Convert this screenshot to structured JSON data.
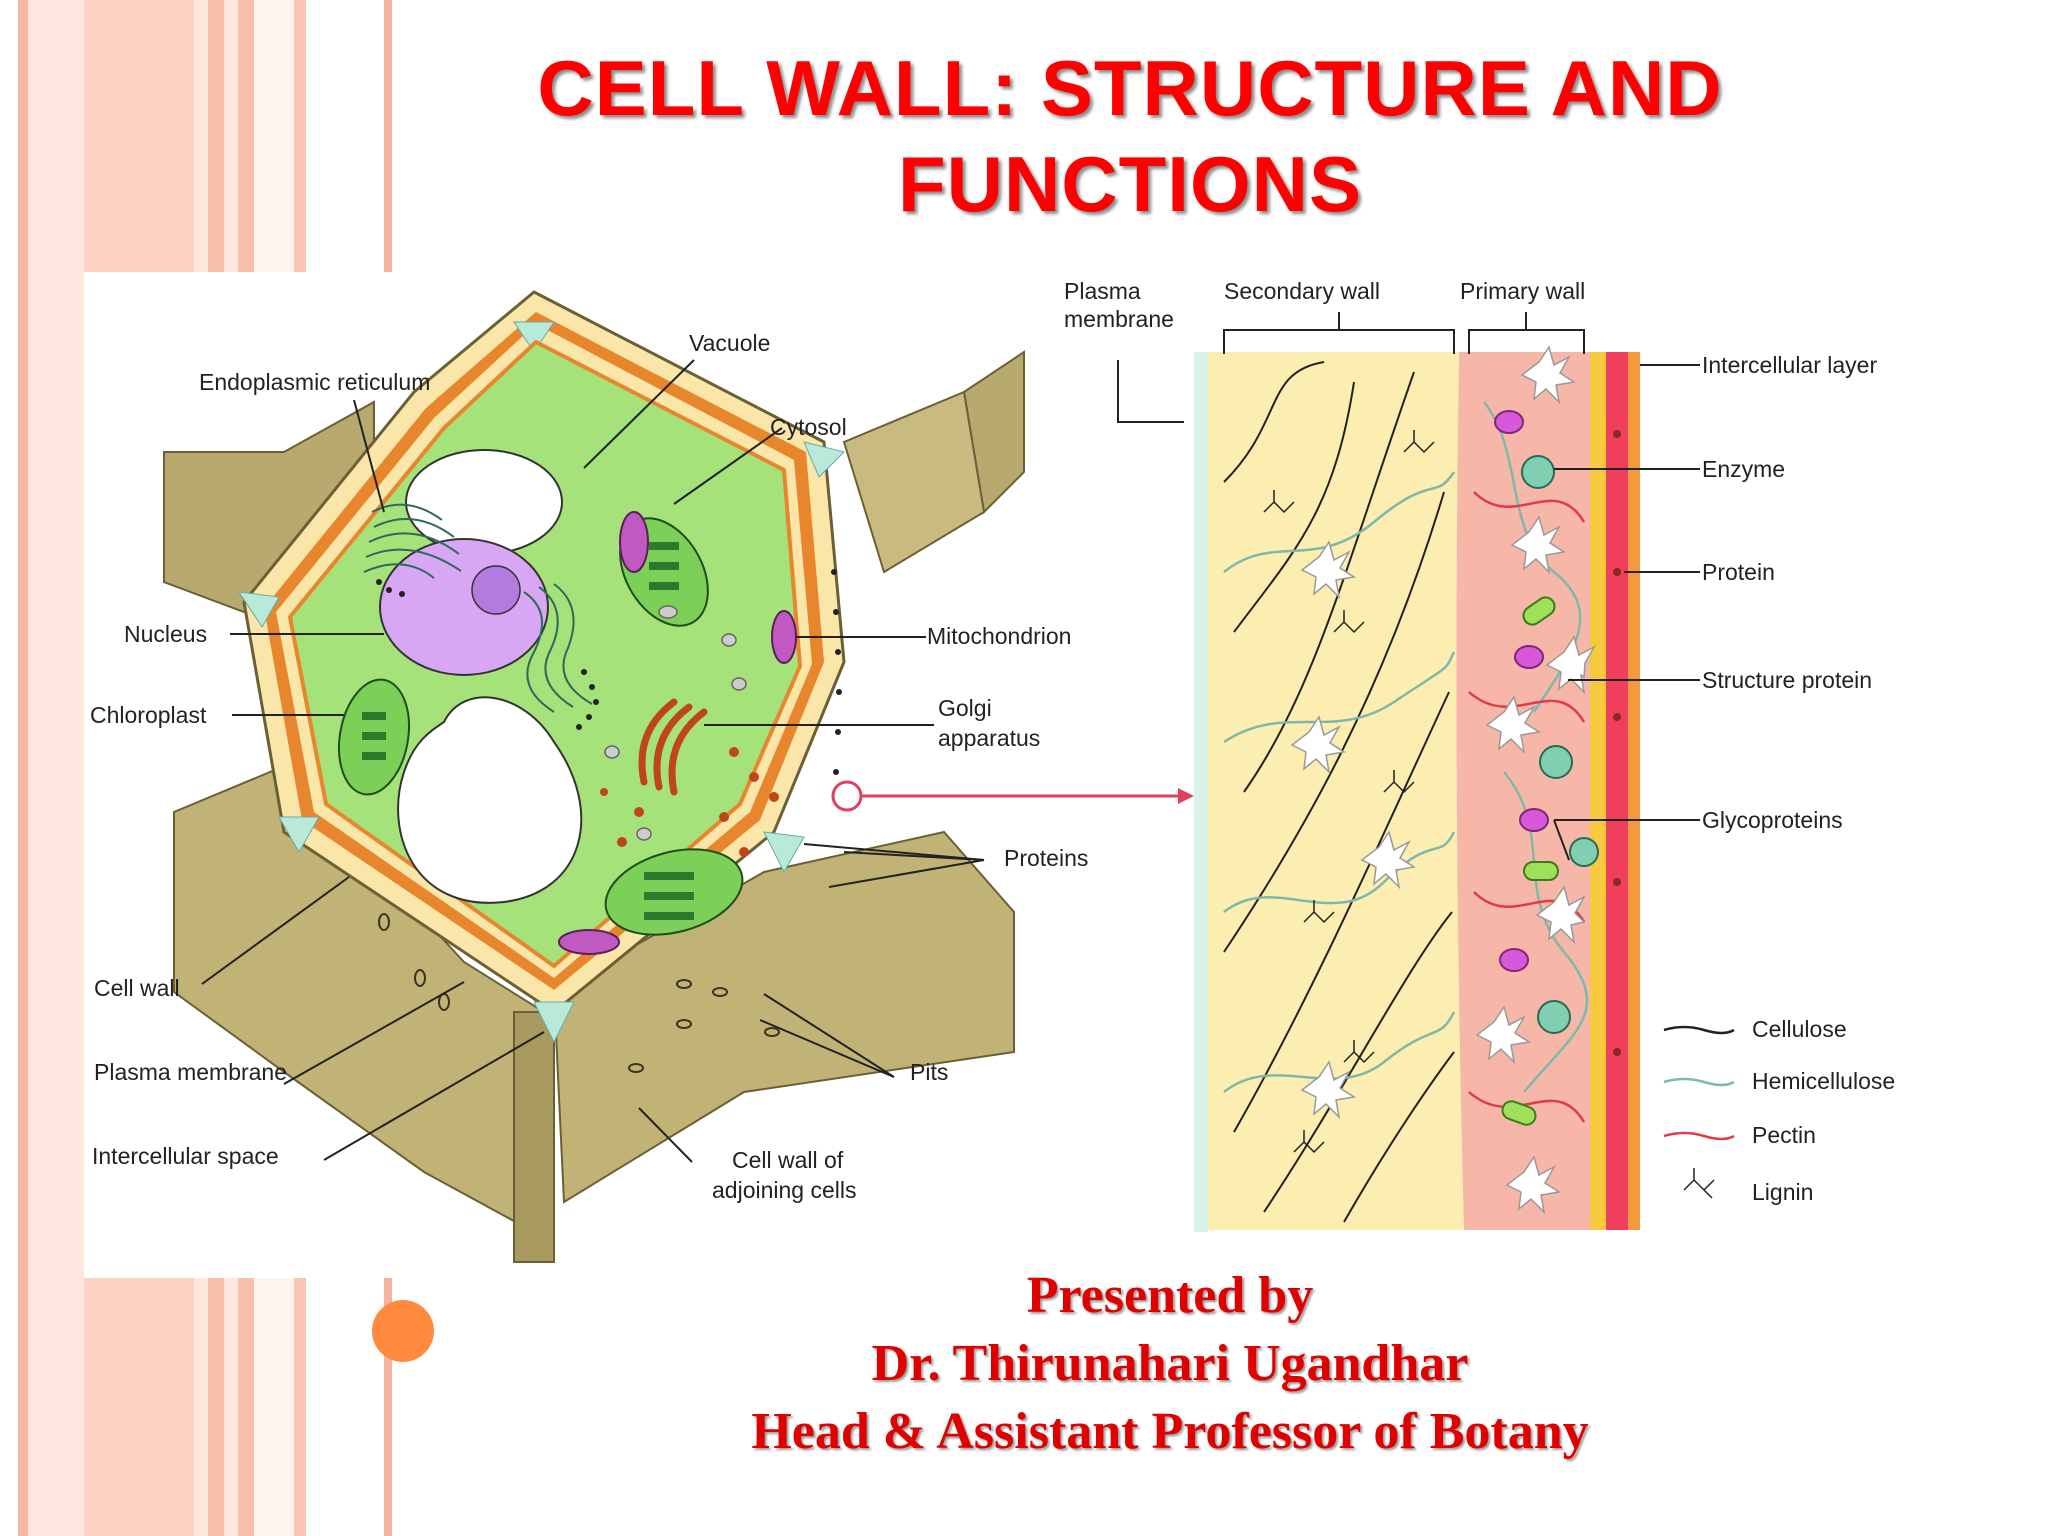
{
  "slide": {
    "title_line1": "CELL WALL:  STRUCTURE AND",
    "title_line2": "FUNCTIONS",
    "presenter_line1": "Presented by",
    "presenter_line2": "Dr. Thirunahari Ugandhar",
    "presenter_line3": "Head & Assistant Professor of Botany"
  },
  "cell_diagram": {
    "labels": {
      "vacuole": "Vacuole",
      "endoplasmic_reticulum": "Endoplasmic reticulum",
      "cytosol": "Cytosol",
      "nucleus": "Nucleus",
      "mitochondrion": "Mitochondrion",
      "chloroplast": "Chloroplast",
      "golgi_line1": "Golgi",
      "golgi_line2": "apparatus",
      "proteins": "Proteins",
      "cell_wall": "Cell wall",
      "plasma_membrane": "Plasma membrane",
      "pits": "Pits",
      "intercellular_space": "Intercellular space",
      "adjoining_line1": "Cell wall of",
      "adjoining_line2": "adjoining cells"
    }
  },
  "wall_diagram": {
    "labels": {
      "plasma_membrane_line1": "Plasma",
      "plasma_membrane_line2": "membrane",
      "secondary_wall": "Secondary wall",
      "primary_wall": "Primary wall",
      "intercellular_layer": "Intercellular layer",
      "enzyme": "Enzyme",
      "protein": "Protein",
      "structure_protein": "Structure protein",
      "glycoproteins": "Glycoproteins"
    },
    "legend": {
      "cellulose": "Cellulose",
      "hemicellulose": "Hemicellulose",
      "pectin": "Pectin",
      "lignin": "Lignin"
    }
  },
  "colors": {
    "title": "#ff0000",
    "bullet": "#ff8a3d",
    "stripe_pink": "#fbd3c6",
    "cytoplasm": "#a6e27a",
    "wall_tan": "#b8aa6e",
    "secondary_wall": "#fbeeb0",
    "primary_wall": "#f6b7a8"
  }
}
